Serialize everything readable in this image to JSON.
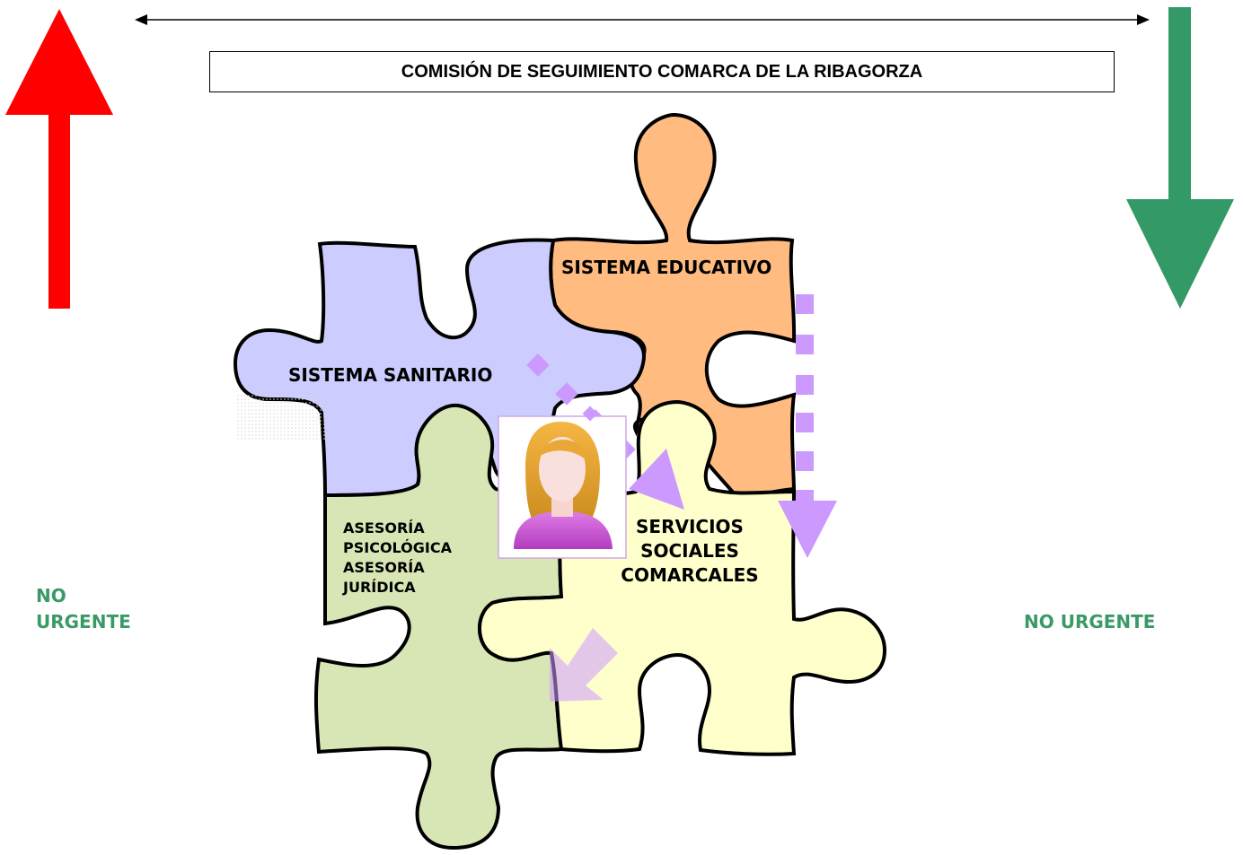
{
  "title": "COMISIÓN DE SEGUIMIENTO COMARCA DE LA RIBAGORZA",
  "pieces": {
    "sanitario": "SISTEMA SANITARIO",
    "educativo": "SISTEMA EDUCATIVO",
    "asesoria_lines": [
      "ASESORÍA",
      "PSICOLÓGICA",
      "ASESORÍA",
      "JURÍDICA"
    ],
    "servicios_lines": [
      "SERVICIOS",
      "SOCIALES",
      "COMARCALES"
    ]
  },
  "left_label_lines": [
    "NO",
    "URGENTE"
  ],
  "right_label": "NO URGENTE",
  "colors": {
    "red_arrow": "#ff0000",
    "green_arrow": "#339966",
    "sanitario": "#ccccff",
    "educativo": "#ffbb80",
    "asesoria": "#d8e6b5",
    "servicios": "#ffffcc",
    "flow_arrows": "#cc99ff",
    "side_text": "#3a9a66"
  },
  "icons": {
    "person": "woman-avatar-icon",
    "up": "red-up-arrow-icon",
    "down": "green-down-arrow-icon",
    "span": "double-headed-arrow-icon"
  }
}
